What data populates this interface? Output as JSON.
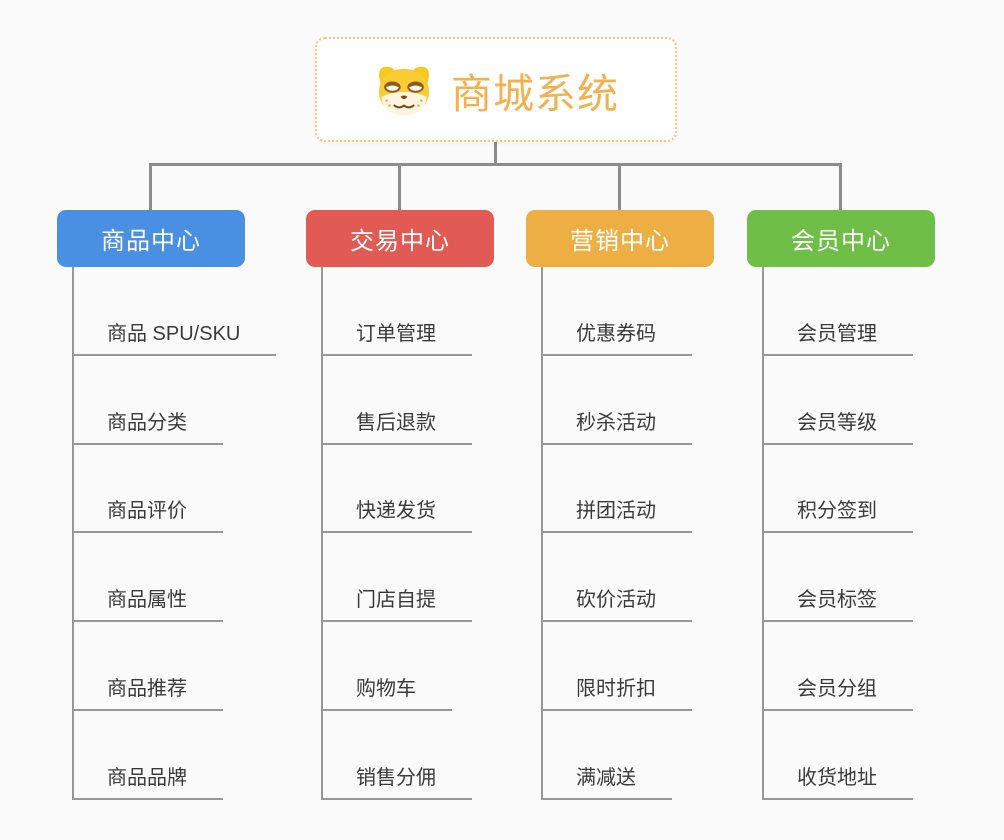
{
  "root": {
    "title": "商城系统",
    "icon": "dog-face-icon"
  },
  "branches": [
    {
      "label": "商品中心",
      "color": "#4a90e2",
      "children": [
        "商品 SPU/SKU",
        "商品分类",
        "商品评价",
        "商品属性",
        "商品推荐",
        "商品品牌"
      ]
    },
    {
      "label": "交易中心",
      "color": "#e25a54",
      "children": [
        "订单管理",
        "售后退款",
        "快递发货",
        "门店自提",
        "购物车",
        "销售分佣"
      ]
    },
    {
      "label": "营销中心",
      "color": "#edae44",
      "children": [
        "优惠券码",
        "秒杀活动",
        "拼团活动",
        "砍价活动",
        "限时折扣",
        "满减送"
      ]
    },
    {
      "label": "会员中心",
      "color": "#6fbe48",
      "children": [
        "会员管理",
        "会员等级",
        "积分签到",
        "会员标签",
        "会员分组",
        "收货地址"
      ]
    }
  ],
  "colors": {
    "background": "#fafafa",
    "root_text": "#f2b04f",
    "root_border": "#f6c473",
    "connector": "#8c8c8c",
    "underline": "#979797",
    "leaf_text": "#3a3a3a"
  }
}
